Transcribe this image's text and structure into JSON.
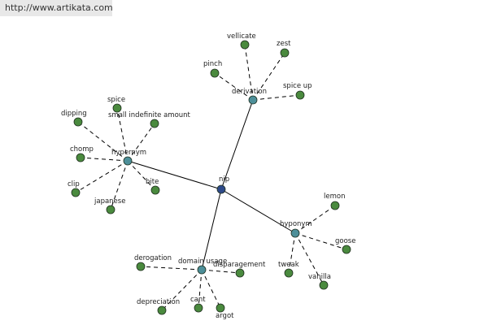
{
  "watermark": "http://www.artikata.com",
  "colors": {
    "center_node": "#2e4a8a",
    "relation_node": "#4d8f99",
    "leaf_node": "#4a8a3e",
    "edge": "#000000"
  },
  "center": {
    "id": "nip",
    "label": "nip"
  },
  "relations": [
    {
      "id": "derivation",
      "label": "derivation",
      "leaves": [
        "vellicate",
        "zest",
        "pinch",
        "spice up"
      ]
    },
    {
      "id": "hypernym",
      "label": "hypernym",
      "leaves": [
        "spice",
        "dipping",
        "small indefinite amount",
        "chomp",
        "clip",
        "japanese",
        "bite"
      ]
    },
    {
      "id": "hyponym",
      "label": "hyponym",
      "leaves": [
        "lemon",
        "goose",
        "tweak",
        "vanilla"
      ]
    },
    {
      "id": "domain-usage",
      "label": "domain usage",
      "leaves": [
        "derogation",
        "disparagement",
        "depreciation",
        "cant",
        "argot"
      ]
    }
  ]
}
